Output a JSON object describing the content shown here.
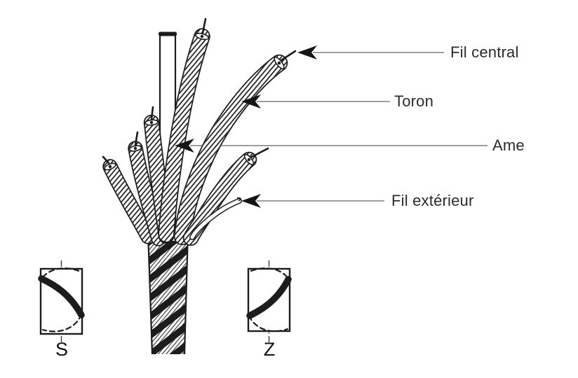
{
  "diagram": {
    "background": "#ffffff",
    "ink_color": "#1c1c1c",
    "leader_line_color": "#7d7d7d",
    "callouts": [
      {
        "label": "Fil central"
      },
      {
        "label": "Toron"
      },
      {
        "label": "Ame"
      },
      {
        "label": "Fil extérieur"
      }
    ],
    "lay_directions": {
      "left": "S",
      "right": "Z"
    }
  }
}
